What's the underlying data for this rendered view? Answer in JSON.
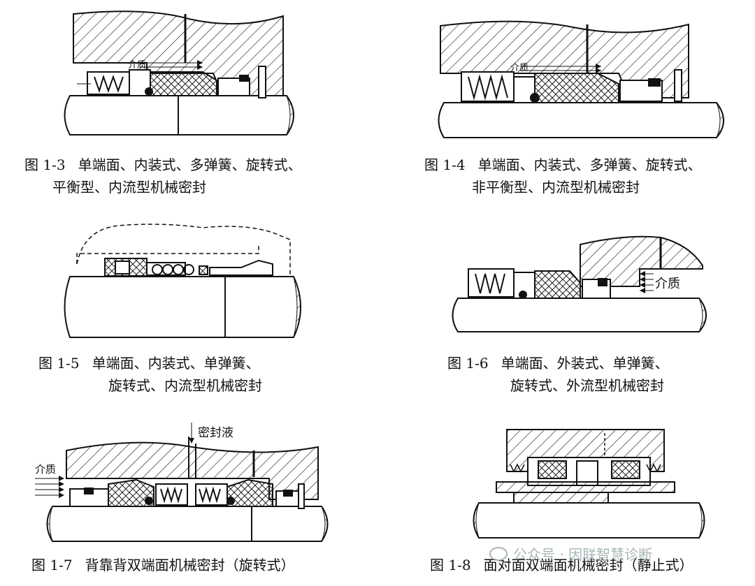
{
  "figures": [
    {
      "num": "图 1-3",
      "line1": "单端面、内装式、多弹簧、旋转式、",
      "line2": "平衡型、内流型机械密封",
      "label": "介质"
    },
    {
      "num": "图 1-4",
      "line1": "单端面、内装式、多弹簧、旋转式、",
      "line2": "非平衡型、内流型机械密封",
      "label": "介质"
    },
    {
      "num": "图 1-5",
      "line1": "单端面、内装式、单弹簧、",
      "line2": "旋转式、内流型机械密封"
    },
    {
      "num": "图 1-6",
      "line1": "单端面、外装式、单弹簧、",
      "line2": "旋转式、外流型机械密封",
      "label": "介质"
    },
    {
      "num": "图 1-7",
      "line1": "背靠背双端面机械密封（旋转式）",
      "label": "介质",
      "label2": "密封液"
    },
    {
      "num": "图 1-8",
      "line1": "面对面双端面机械密封（静止式）"
    }
  ],
  "watermark": "公众号 · 因联智慧诊断"
}
